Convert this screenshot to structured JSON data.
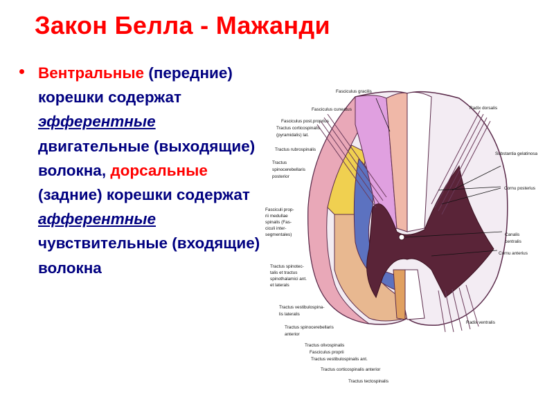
{
  "slide": {
    "title": "Закон Белла - Мажанди",
    "bullet": {
      "term1": "Вентральные",
      "part1": " (передние) корешки содержат ",
      "term1_link": "эфферентные",
      "part2": " двигательные (выходящие) волокна, ",
      "term2": "дорсальные",
      "part3": " (задние) корешки содержат ",
      "term2_link": "афферентные",
      "part4": " чувствительные (входящие) волокна"
    },
    "colors": {
      "title": "#ff0000",
      "body_text": "#000080",
      "highlight": "#ff0000"
    }
  },
  "diagram": {
    "left_labels": [
      "Fasciculus gracilis",
      "Fasciculus cuneatus",
      "Fasciculus post.proprius",
      "Tractus corticospinalis",
      "(pyramidalis) lat.",
      "Tractus rubrospinalis",
      "Tractus",
      "spinocerebellaris",
      "posterior",
      "Fasciculi prop-",
      "rii medullae",
      "spinalis (Fas-",
      "ciculi inter-",
      "segmentales)",
      "Tractus spinotec-",
      "talis et tractus",
      "spinothalamici ant.",
      "et laterals",
      "Tractus vestibulospina-",
      "lis lateralis",
      "Tractus spinocerebellaris",
      "anterior",
      "Tractus olivospinalis",
      "Fasciculus proprii",
      "Tractus vestibulospinalis ant.",
      "Tractus corticospinalis anterior",
      "Tractus tectospinalis"
    ],
    "right_labels": [
      "Radix dorsalis",
      "Substantia gelatinosa",
      "Cornu posterius",
      "Canalis",
      "centralis",
      "Cornu anterius",
      "Radix ventralis"
    ]
  }
}
